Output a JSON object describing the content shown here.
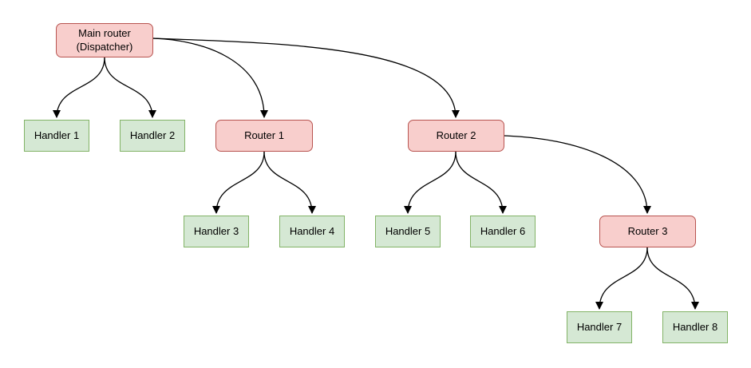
{
  "diagram": {
    "colors": {
      "background": "#ffffff",
      "router_fill": "#f8cecc",
      "router_border": "#b85450",
      "handler_fill": "#d5e8d4",
      "handler_border": "#82b366",
      "edge_color": "#000000"
    },
    "nodes": [
      {
        "id": "main-router",
        "type": "router",
        "label": "Main router\n(Dispatcher)"
      },
      {
        "id": "handler-1",
        "type": "handler",
        "label": "Handler 1"
      },
      {
        "id": "handler-2",
        "type": "handler",
        "label": "Handler 2"
      },
      {
        "id": "router-1",
        "type": "router",
        "label": "Router 1"
      },
      {
        "id": "router-2",
        "type": "router",
        "label": "Router 2"
      },
      {
        "id": "handler-3",
        "type": "handler",
        "label": "Handler 3"
      },
      {
        "id": "handler-4",
        "type": "handler",
        "label": "Handler 4"
      },
      {
        "id": "handler-5",
        "type": "handler",
        "label": "Handler 5"
      },
      {
        "id": "handler-6",
        "type": "handler",
        "label": "Handler 6"
      },
      {
        "id": "router-3",
        "type": "router",
        "label": "Router 3"
      },
      {
        "id": "handler-7",
        "type": "handler",
        "label": "Handler 7"
      },
      {
        "id": "handler-8",
        "type": "handler",
        "label": "Handler 8"
      }
    ],
    "edges": [
      {
        "from": "main-router",
        "to": "handler-1"
      },
      {
        "from": "main-router",
        "to": "handler-2"
      },
      {
        "from": "main-router",
        "to": "router-1"
      },
      {
        "from": "main-router",
        "to": "router-2"
      },
      {
        "from": "router-1",
        "to": "handler-3"
      },
      {
        "from": "router-1",
        "to": "handler-4"
      },
      {
        "from": "router-2",
        "to": "handler-5"
      },
      {
        "from": "router-2",
        "to": "handler-6"
      },
      {
        "from": "router-2",
        "to": "router-3"
      },
      {
        "from": "router-3",
        "to": "handler-7"
      },
      {
        "from": "router-3",
        "to": "handler-8"
      }
    ]
  }
}
